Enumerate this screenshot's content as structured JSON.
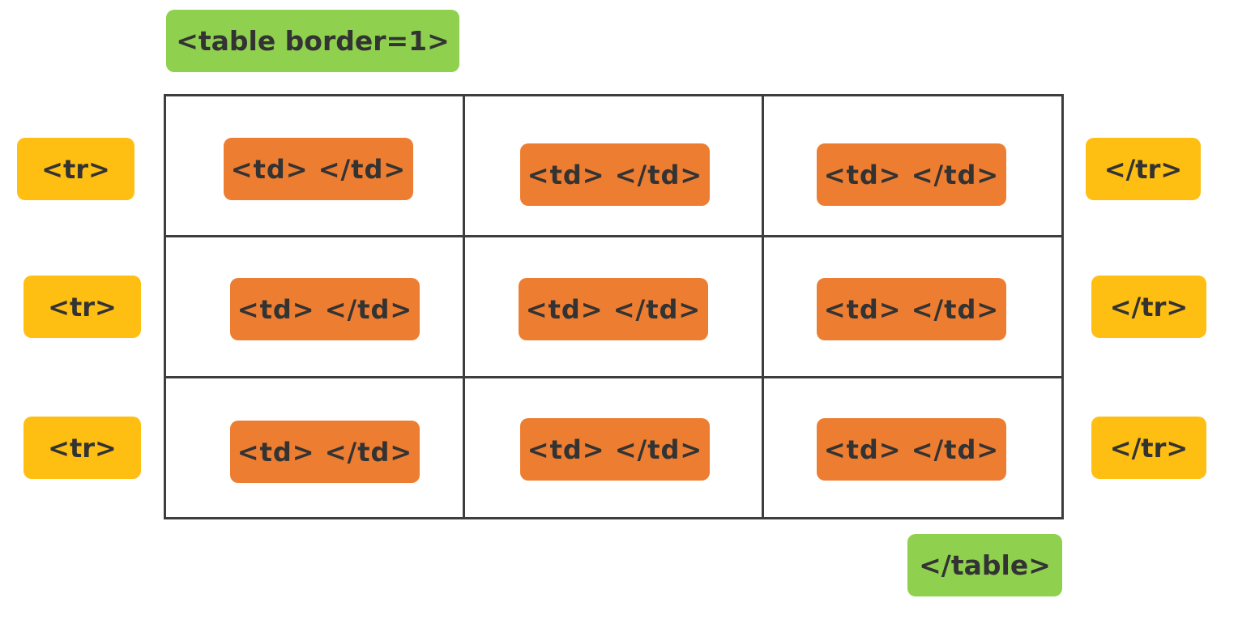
{
  "table_open": "<table border=1>",
  "table_close": "</table>",
  "rows": [
    {
      "open": "<tr>",
      "close": "</tr>",
      "cells": [
        "<td> </td>",
        "<td> </td>",
        "<td> </td>"
      ]
    },
    {
      "open": "<tr>",
      "close": "</tr>",
      "cells": [
        "<td> </td>",
        "<td> </td>",
        "<td> </td>"
      ]
    },
    {
      "open": "<tr>",
      "close": "</tr>",
      "cells": [
        "<td> </td>",
        "<td> </td>",
        "<td> </td>"
      ]
    }
  ],
  "colors": {
    "table_tag": "#8fd14f",
    "tr_tag": "#ffbf12",
    "td_tag": "#ed7d31",
    "grid_line": "#3d3d3d",
    "text": "#333333"
  }
}
